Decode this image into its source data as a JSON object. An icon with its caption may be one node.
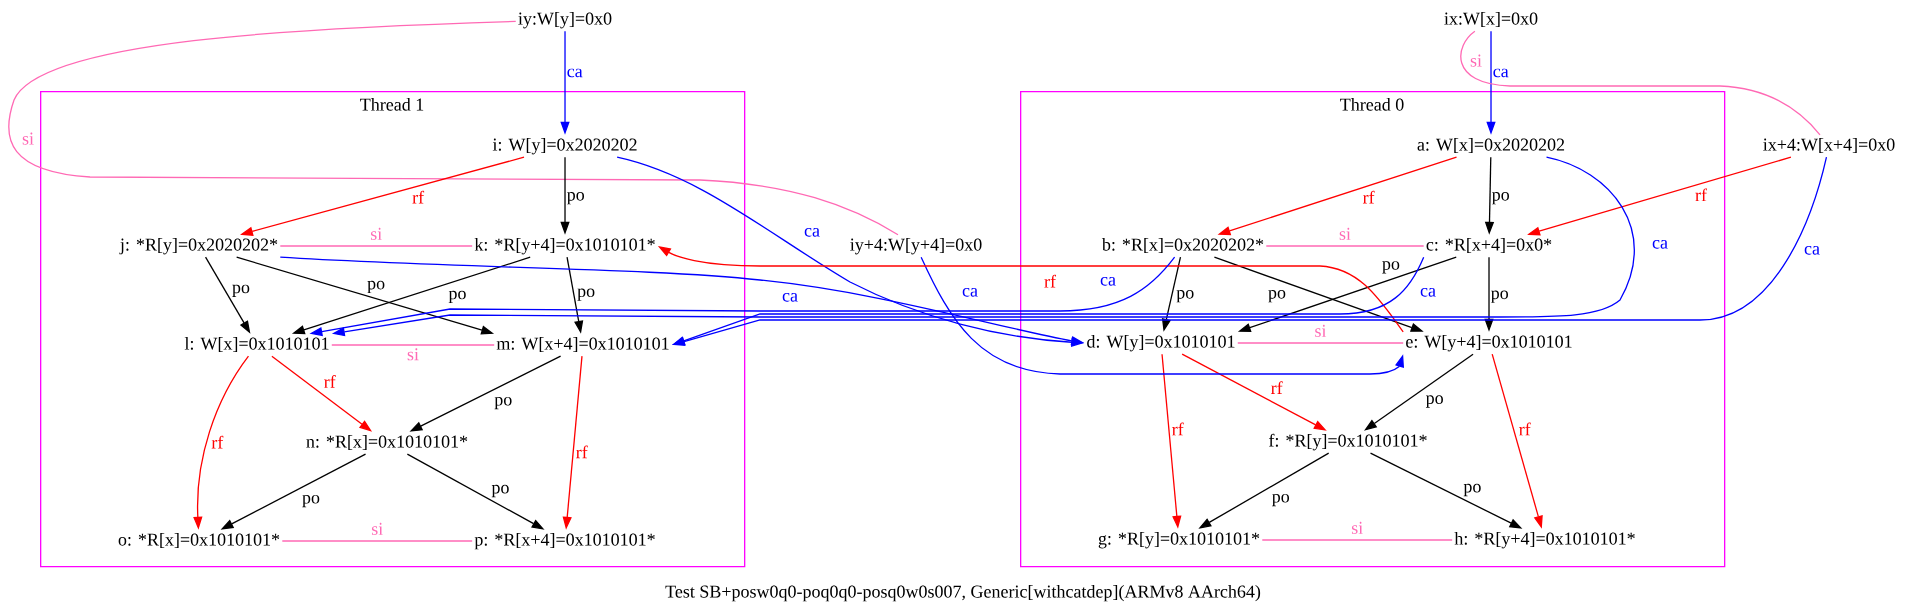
{
  "diagram": {
    "caption": "Test SB+posw0q0-poq0q0-posq0w0s007, Generic[withcatdep](ARMv8 AArch64)",
    "nodes": [
      {
        "text": [
          "iy:W[y]=0x0"
        ]
      },
      {
        "text": [
          "ix:W[x]=0x0"
        ]
      },
      {
        "text": [
          "Thread 1"
        ]
      },
      {
        "text": [
          "i: W[y]=0x2020202"
        ],
        "in": 2
      },
      {
        "text": [
          "j: *R[y]=0x2020202*"
        ],
        "in": 2
      },
      {
        "text": [
          "k: *R[y+4]=0x1010101*"
        ],
        "in": 2
      },
      {
        "text": [
          "l: W[x]=0x1010101"
        ],
        "in": 2
      },
      {
        "text": [
          "m: W[x+4]=0x1010101"
        ],
        "in": 2
      },
      {
        "text": [
          "n: *R[x]=0x1010101*"
        ],
        "in": 2
      },
      {
        "text": [
          "o: *R[x]=0x1010101*"
        ],
        "in": 2
      },
      {
        "text": [
          "p: *R[x+4]=0x1010101*"
        ],
        "in": 2
      },
      {
        "text": [
          "iy+4:W[y+4]=0x0"
        ]
      },
      {
        "text": [
          "Thread 0"
        ]
      },
      {
        "text": [
          "a: W[x]=0x2020202"
        ],
        "in": 12
      },
      {
        "text": [
          "b: *R[x]=0x2020202*"
        ],
        "in": 12
      },
      {
        "text": [
          "c: *R[x+4]=0x0*"
        ],
        "in": 12
      },
      {
        "text": [
          "d: W[y]=0x1010101"
        ],
        "in": 12
      },
      {
        "text": [
          "e: W[y+4]=0x1010101"
        ],
        "in": 12
      },
      {
        "text": [
          "f: *R[y]=0x1010101*"
        ],
        "in": 12
      },
      {
        "text": [
          "g: *R[y]=0x1010101*"
        ],
        "in": 12
      },
      {
        "text": [
          "h: *R[y+4]=0x1010101*"
        ],
        "in": 12
      },
      {
        "text": [
          "ix+4:W[x+4]=0x0"
        ]
      }
    ],
    "edges": [
      {
        "from": 0,
        "to": 3,
        "arrow": "to",
        "label": "ca",
        "color": "#0000ff"
      },
      {
        "from": 1,
        "to": 13,
        "arrow": "to",
        "label": "ca",
        "color": "#0000ff"
      },
      {
        "from": 0,
        "to": 11,
        "arrow": "none",
        "label": "si",
        "color": "#ff69b4"
      },
      {
        "from": 1,
        "to": 21,
        "arrow": "none",
        "label": "si",
        "color": "#ff69b4"
      },
      {
        "from": 3,
        "to": 4,
        "arrow": "to",
        "label": "rf",
        "color": "#ff0000"
      },
      {
        "from": 3,
        "to": 5,
        "arrow": "to",
        "label": "po"
      },
      {
        "from": 4,
        "to": 5,
        "arrow": "none",
        "label": "si",
        "color": "#ff69b4"
      },
      {
        "from": 4,
        "to": 6,
        "arrow": "to",
        "label": "po"
      },
      {
        "from": 4,
        "to": 7,
        "arrow": "to",
        "label": "po"
      },
      {
        "from": 5,
        "to": 6,
        "arrow": "to",
        "label": "po"
      },
      {
        "from": 5,
        "to": 7,
        "arrow": "to",
        "label": "po"
      },
      {
        "from": 6,
        "to": 7,
        "arrow": "none",
        "label": "si",
        "color": "#ff69b4"
      },
      {
        "from": 6,
        "to": 8,
        "arrow": "to",
        "label": "rf",
        "color": "#ff0000"
      },
      {
        "from": 7,
        "to": 8,
        "arrow": "to",
        "label": "po"
      },
      {
        "from": 6,
        "to": 9,
        "arrow": "to",
        "label": "rf",
        "color": "#ff0000"
      },
      {
        "from": 7,
        "to": 10,
        "arrow": "to",
        "label": "rf",
        "color": "#ff0000"
      },
      {
        "from": 8,
        "to": 9,
        "arrow": "to",
        "label": "po"
      },
      {
        "from": 8,
        "to": 10,
        "arrow": "to",
        "label": "po"
      },
      {
        "from": 9,
        "to": 10,
        "arrow": "none",
        "label": "si",
        "color": "#ff69b4"
      },
      {
        "from": 13,
        "to": 14,
        "arrow": "to",
        "label": "rf",
        "color": "#ff0000"
      },
      {
        "from": 13,
        "to": 15,
        "arrow": "to",
        "label": "po"
      },
      {
        "from": 21,
        "to": 15,
        "arrow": "to",
        "label": "rf",
        "color": "#ff0000"
      },
      {
        "from": 14,
        "to": 15,
        "arrow": "none",
        "label": "si",
        "color": "#ff69b4"
      },
      {
        "from": 14,
        "to": 16,
        "arrow": "to",
        "label": "po"
      },
      {
        "from": 14,
        "to": 17,
        "arrow": "to",
        "label": "po"
      },
      {
        "from": 15,
        "to": 16,
        "arrow": "to",
        "label": "po"
      },
      {
        "from": 15,
        "to": 17,
        "arrow": "to",
        "label": "po"
      },
      {
        "from": 16,
        "to": 17,
        "arrow": "none",
        "label": "si",
        "color": "#ff69b4"
      },
      {
        "from": 16,
        "to": 18,
        "arrow": "to",
        "label": "rf",
        "color": "#ff0000"
      },
      {
        "from": 17,
        "to": 18,
        "arrow": "to",
        "label": "po"
      },
      {
        "from": 16,
        "to": 19,
        "arrow": "to",
        "label": "rf",
        "color": "#ff0000"
      },
      {
        "from": 17,
        "to": 20,
        "arrow": "to",
        "label": "rf",
        "color": "#ff0000"
      },
      {
        "from": 18,
        "to": 19,
        "arrow": "to",
        "label": "po"
      },
      {
        "from": 18,
        "to": 20,
        "arrow": "to",
        "label": "po"
      },
      {
        "from": 19,
        "to": 20,
        "arrow": "none",
        "label": "si",
        "color": "#ff69b4"
      },
      {
        "from": 3,
        "to": 16,
        "arrow": "to",
        "label": "ca",
        "color": "#0000ff"
      },
      {
        "from": 4,
        "to": 16,
        "arrow": "to",
        "label": "ca",
        "color": "#0000ff"
      },
      {
        "from": 11,
        "to": 17,
        "arrow": "to",
        "label": "ca",
        "color": "#0000ff"
      },
      {
        "from": 17,
        "to": 5,
        "arrow": "to",
        "label": "rf",
        "color": "#ff0000"
      },
      {
        "from": 13,
        "to": 6,
        "arrow": "to",
        "label": "ca",
        "color": "#0000ff"
      },
      {
        "from": 14,
        "to": 6,
        "arrow": "to",
        "label": "ca",
        "color": "#0000ff"
      },
      {
        "from": 15,
        "to": 7,
        "arrow": "to",
        "label": "ca",
        "color": "#0000ff"
      },
      {
        "from": 21,
        "to": 7,
        "arrow": "to",
        "label": "ca",
        "color": "#0000ff"
      }
    ]
  }
}
